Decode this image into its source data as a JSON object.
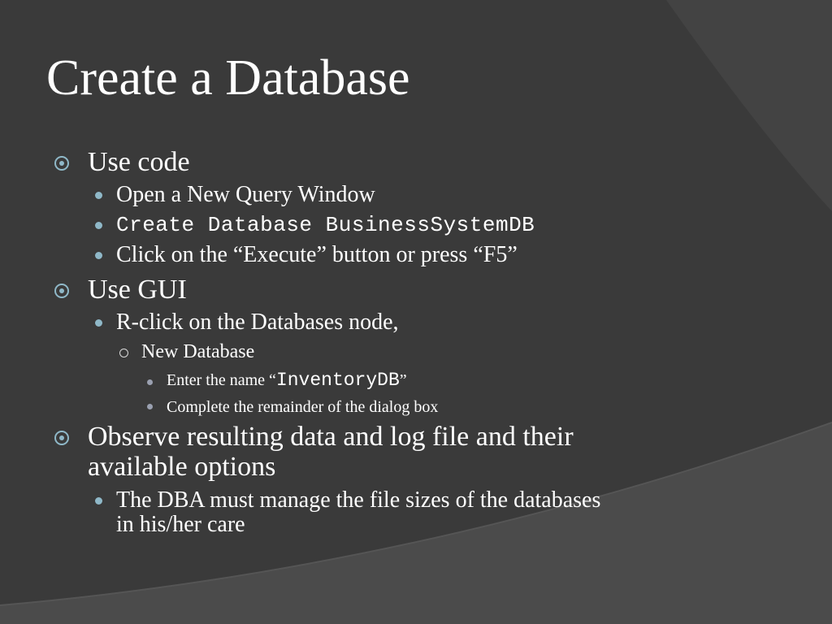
{
  "slide": {
    "title": "Create a Database",
    "colors": {
      "background": "#3c3c3c",
      "bullet_accent": "#8fb8c8",
      "text": "#ffffff"
    },
    "bullet_icons": {
      "level1": "target-bullet-icon",
      "level2": "dot-bullet-icon",
      "level3": "ring-bullet-icon",
      "level4": "small-dot-bullet-icon"
    },
    "items": {
      "use_code": "Use code",
      "open_query": "Open a New Query Window",
      "create_db_code": "Create Database BusinessSystemDB",
      "click_execute": "Click on the “Execute” button or press “F5”",
      "use_gui": "Use GUI",
      "rclick": "R-click on the Databases node,",
      "new_database": "New Database",
      "enter_name_prefix": "Enter the name “",
      "enter_name_code": "InventoryDB",
      "enter_name_suffix": "”",
      "complete_dialog": "Complete the remainder of the dialog box",
      "observe_line1": "Observe resulting data and log file and their",
      "observe_line2": "available options",
      "dba_line1": "The DBA must manage the file sizes of the databases",
      "dba_line2": "in his/her care"
    }
  }
}
